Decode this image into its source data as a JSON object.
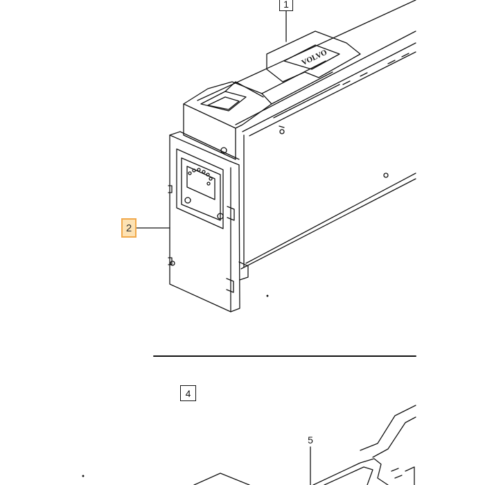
{
  "callouts": {
    "c1": "1",
    "c2": "2",
    "c4": "4",
    "c5": "5"
  },
  "brand_text": "VOLVO",
  "colors": {
    "line": "#111111",
    "highlight_fill": "#fde2b3",
    "highlight_border": "#f0a84a"
  }
}
